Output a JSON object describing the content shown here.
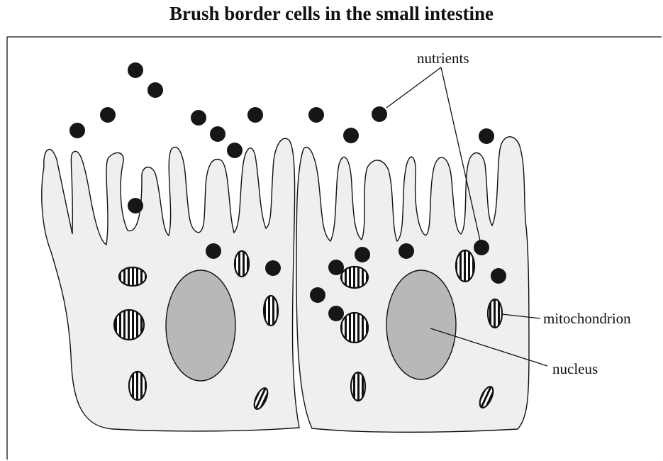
{
  "title": "Brush border cells in the small intestine",
  "labels": {
    "nutrients": "nutrients",
    "mitochondrion": "mitochondrion",
    "nucleus": "nucleus"
  }
}
